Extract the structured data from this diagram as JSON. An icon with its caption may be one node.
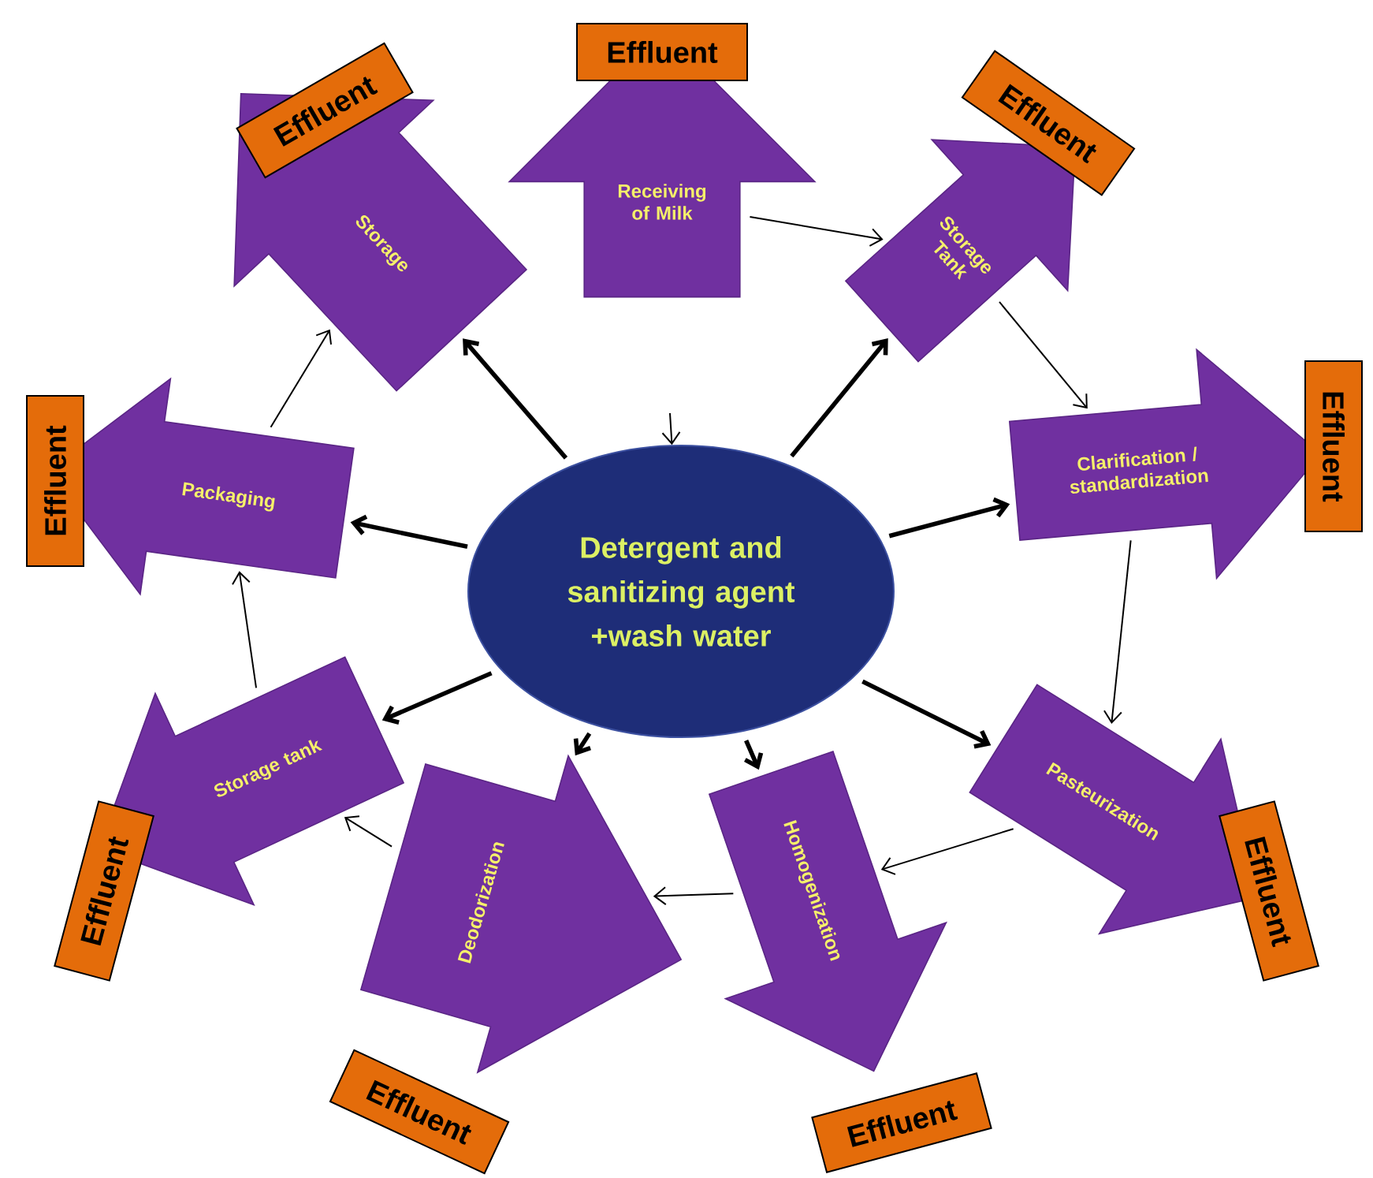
{
  "diagram": {
    "nodes": [
      {
        "text": [
          "Detergent and sanitizing agent +wash water"
        ]
      },
      {
        "text": [
          "Receiving of Milk"
        ]
      },
      {
        "text": [
          "Storage Tank"
        ]
      },
      {
        "text": [
          "Clarification / standardization"
        ]
      },
      {
        "text": [
          "Pasteurization"
        ]
      },
      {
        "text": [
          "Homogenization"
        ]
      },
      {
        "text": [
          "Deodorization"
        ]
      },
      {
        "text": [
          "Storage tank"
        ]
      },
      {
        "text": [
          "Packaging"
        ]
      },
      {
        "text": [
          "Storage"
        ]
      },
      {
        "text": [
          "Effluent"
        ]
      },
      {
        "text": [
          "Effluent"
        ]
      },
      {
        "text": [
          "Effluent"
        ]
      },
      {
        "text": [
          "Effluent"
        ]
      },
      {
        "text": [
          "Effluent"
        ]
      },
      {
        "text": [
          "Effluent"
        ]
      },
      {
        "text": [
          "Effluent"
        ]
      },
      {
        "text": [
          "Effluent"
        ]
      },
      {
        "text": [
          "Effluent"
        ]
      }
    ],
    "edges": [
      {
        "from": 1,
        "to": 2,
        "arrow": "to"
      },
      {
        "from": 2,
        "to": 3,
        "arrow": "to"
      },
      {
        "from": 3,
        "to": 4,
        "arrow": "to"
      },
      {
        "from": 4,
        "to": 5,
        "arrow": "to"
      },
      {
        "from": 5,
        "to": 6,
        "arrow": "to"
      },
      {
        "from": 6,
        "to": 7,
        "arrow": "to"
      },
      {
        "from": 7,
        "to": 8,
        "arrow": "to"
      },
      {
        "from": 8,
        "to": 9,
        "arrow": "to"
      },
      {
        "from": 0,
        "to": 2,
        "arrow": "to",
        "style": "thick"
      },
      {
        "from": 0,
        "to": 3,
        "arrow": "to",
        "style": "thick"
      },
      {
        "from": 0,
        "to": 4,
        "arrow": "to",
        "style": "thick"
      },
      {
        "from": 0,
        "to": 5,
        "arrow": "to",
        "style": "thick"
      },
      {
        "from": 0,
        "to": 6,
        "arrow": "to",
        "style": "thick"
      },
      {
        "from": 0,
        "to": 7,
        "arrow": "to",
        "style": "thick"
      },
      {
        "from": 0,
        "to": 8,
        "arrow": "to",
        "style": "thick"
      },
      {
        "from": 0,
        "to": 9,
        "arrow": "to",
        "style": "thick"
      },
      {
        "from": null,
        "to": 0,
        "arrow": "to"
      }
    ]
  }
}
